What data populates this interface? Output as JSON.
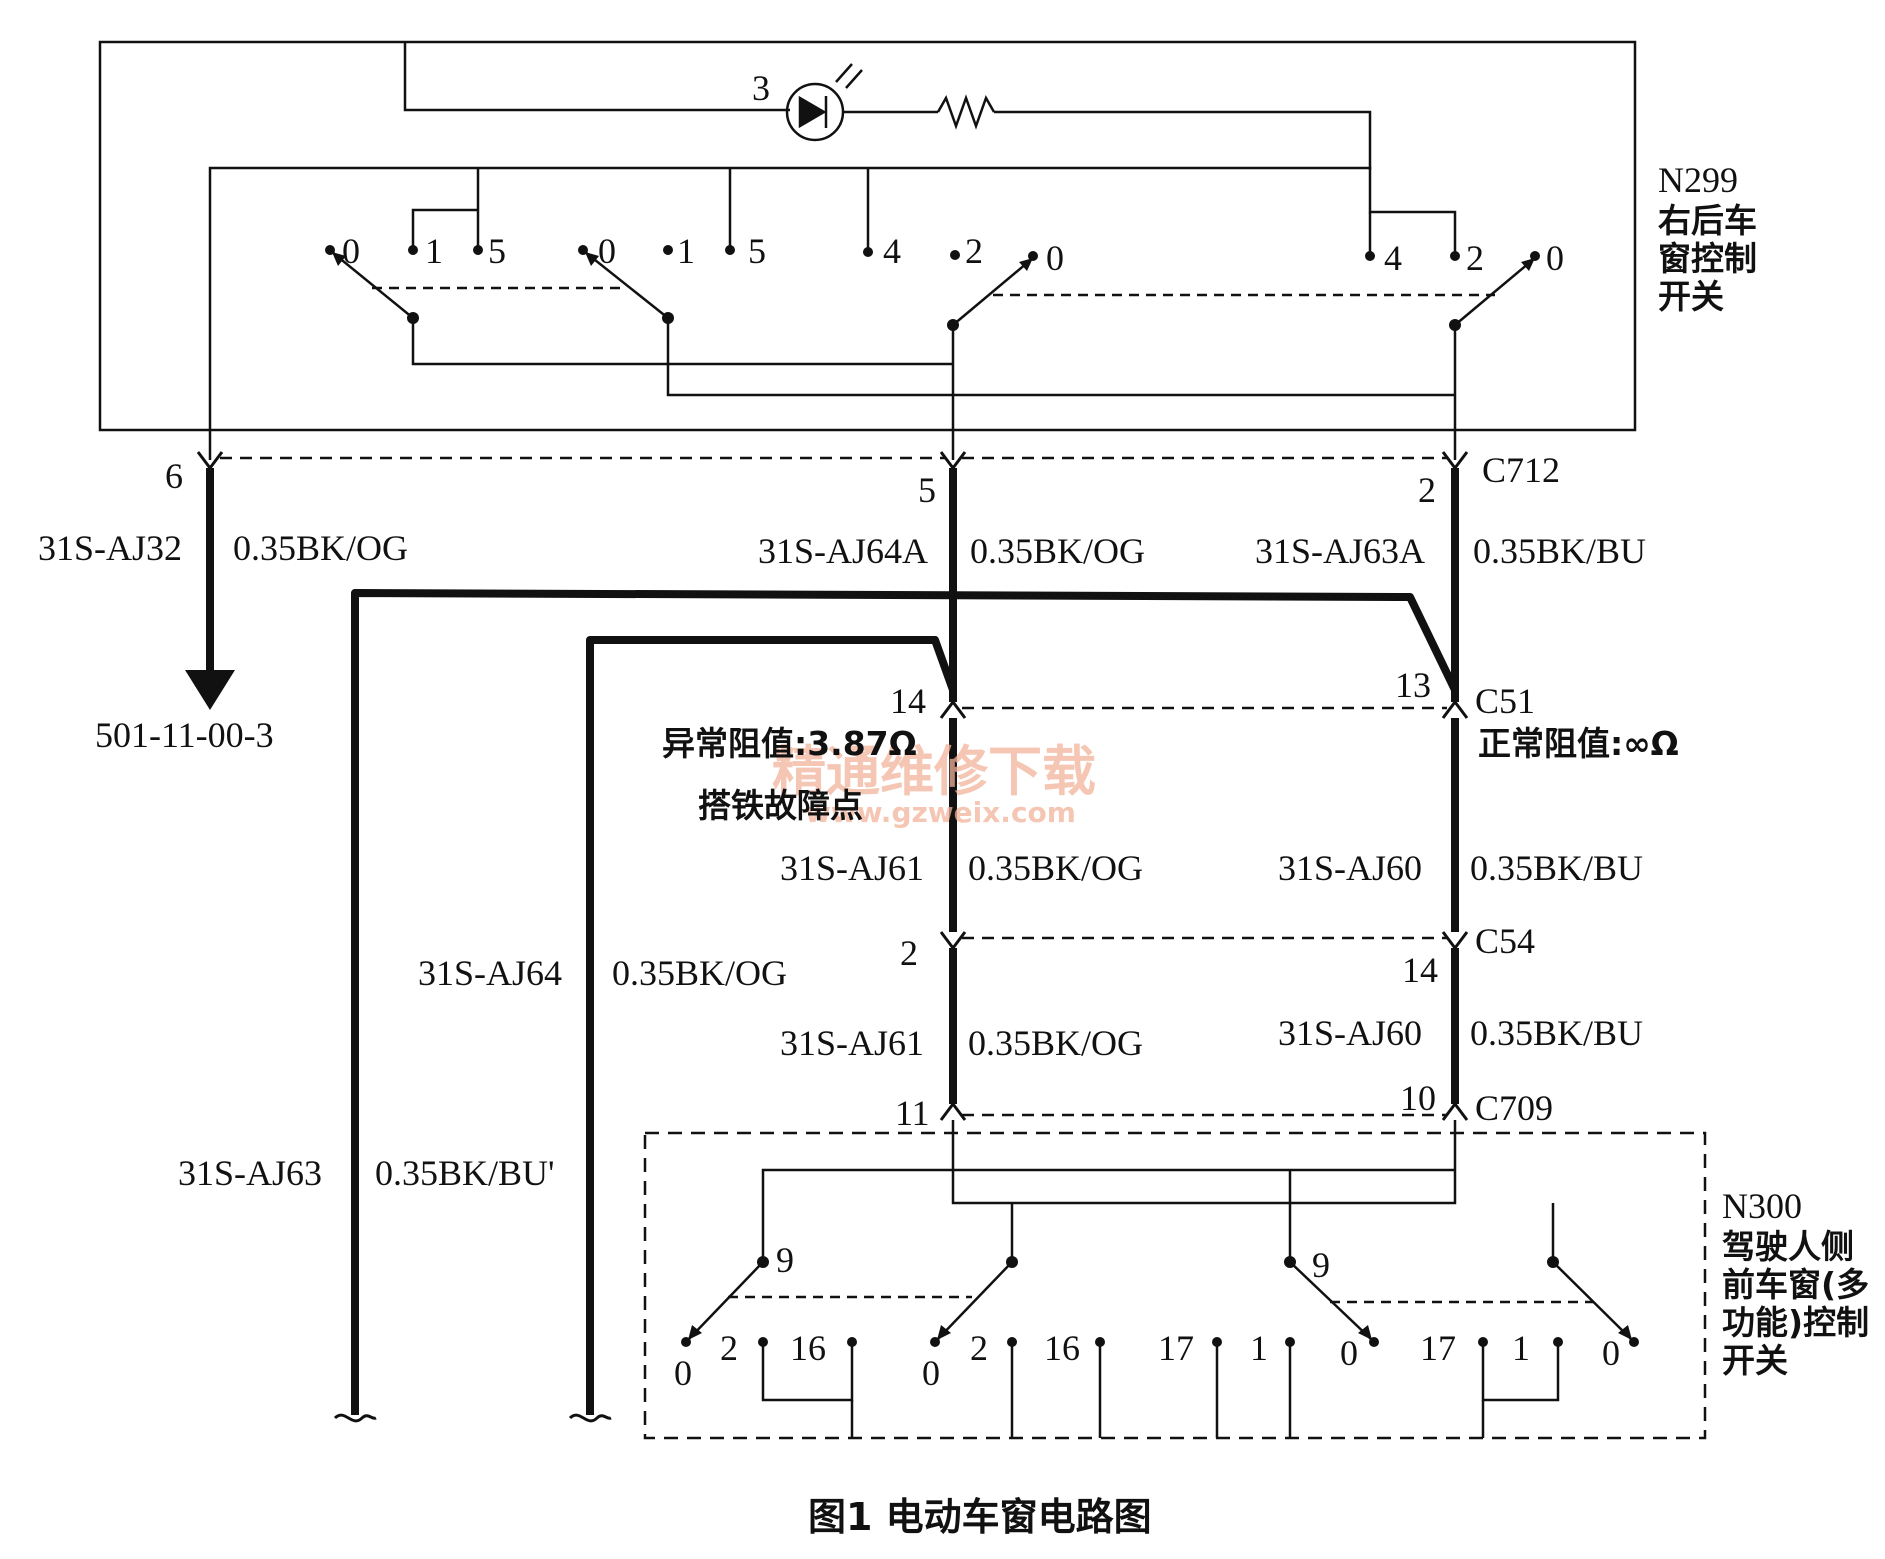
{
  "components": {
    "n299": {
      "id": "N299",
      "name_lines": [
        "右后车",
        "窗控制",
        "开关"
      ]
    },
    "n300": {
      "id": "N300",
      "name_lines": [
        "驾驶人侧",
        "前车窗(多",
        "功能)控制",
        "开关"
      ]
    }
  },
  "led_pin": "3",
  "n299_contacts": [
    "0",
    "1",
    "5",
    "0",
    "1",
    "5",
    "4",
    "2",
    "0",
    "4",
    "2",
    "0"
  ],
  "n300_contacts": [
    "9",
    "9",
    "0",
    "2",
    "16",
    "0",
    "2",
    "16",
    "17",
    "1",
    "0",
    "17",
    "1",
    "0"
  ],
  "connectors": {
    "c712": {
      "id": "C712",
      "pins": [
        "6",
        "5",
        "2"
      ]
    },
    "c51": {
      "id": "C51",
      "pins": [
        "14",
        "13"
      ]
    },
    "c54": {
      "id": "C54",
      "pins": [
        "2",
        "14"
      ]
    },
    "c709": {
      "id": "C709",
      "pins": [
        "11",
        "10"
      ]
    }
  },
  "wires": [
    {
      "circuit": "31S-AJ32",
      "spec": "0.35BK/OG"
    },
    {
      "circuit": "31S-AJ64A",
      "spec": "0.35BK/OG"
    },
    {
      "circuit": "31S-AJ63A",
      "spec": "0.35BK/BU"
    },
    {
      "circuit": "31S-AJ61",
      "spec": "0.35BK/OG"
    },
    {
      "circuit": "31S-AJ60",
      "spec": "0.35BK/BU"
    },
    {
      "circuit": "31S-AJ64",
      "spec": "0.35BK/OG"
    },
    {
      "circuit": "31S-AJ61",
      "spec": "0.35BK/OG"
    },
    {
      "circuit": "31S-AJ60",
      "spec": "0.35BK/BU"
    },
    {
      "circuit": "31S-AJ63",
      "spec": "0.35BK/BU'"
    }
  ],
  "ground_ref": "501-11-00-3",
  "annotations": {
    "abnormal": "异常阻值:3.87Ω",
    "ground_fault": "搭铁故障点",
    "normal": "正常阻值:∞Ω"
  },
  "watermark": {
    "title": "精通维修下载",
    "url": "www.gzweix.com"
  },
  "caption": "图1  电动车窗电路图"
}
